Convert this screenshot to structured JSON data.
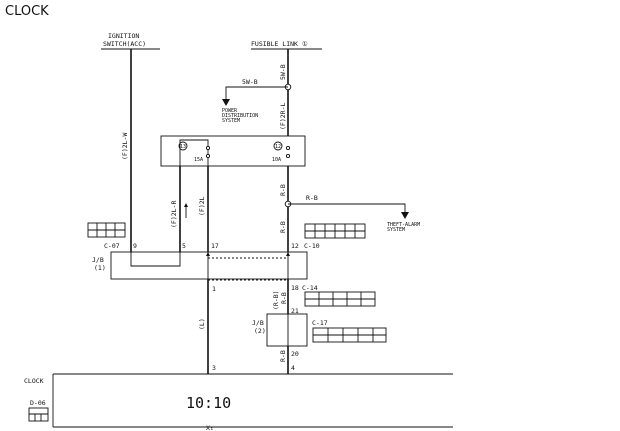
{
  "title": "CLOCK",
  "top_labels": {
    "ignition_switch_line1": "IGNITION",
    "ignition_switch_line2": "SWITCH(ACC)",
    "fusible_link": "FUSIBLE LINK ①"
  },
  "wires": {
    "w_5w_b_vertical": "5W-B",
    "w_5w_b_branch": "5W-B",
    "w_2r_l": "(F)2R-L",
    "w_2l_w": "(F)2L-W",
    "w_2l_r": "(F)2L-R",
    "w_2l": "(F)2L",
    "w_r_b_upper": "R-B",
    "w_r_b_branch": "R-B",
    "w_r_b_lower": "R-B",
    "w_r_b_mid": "(R-B)",
    "w_r_b_mid2": "R-B",
    "w_r_b_bottom": "R-B",
    "w_l": "(L)"
  },
  "destinations": {
    "power_distribution_1": "POWER",
    "power_distribution_2": "DISTRIBUTION",
    "power_distribution_3": "SYSTEM",
    "theft_alarm_1": "THEFT-ALARM",
    "theft_alarm_2": "SYSTEM"
  },
  "fuses": {
    "fuse_13_num": "13",
    "fuse_13_rating": "15A",
    "fuse_12_num": "12",
    "fuse_12_rating": "10A"
  },
  "junction_blocks": {
    "jb1_line1": "J/B",
    "jb1_line2": "(1)",
    "jb2_line1": "J/B",
    "jb2_line2": "(2)"
  },
  "connectors": {
    "c07": "C-07",
    "c10": "C-10",
    "c14": "C-14",
    "c17": "C-17",
    "d06": "D-06"
  },
  "pins": {
    "p9": "9",
    "p5": "5",
    "p17": "17",
    "p12": "12",
    "p1": "1",
    "p18": "18",
    "p21": "21",
    "p20": "20",
    "p3": "3",
    "p4": "4"
  },
  "component": {
    "name": "CLOCK",
    "display": "10:10",
    "bottom_label": "X₁"
  }
}
